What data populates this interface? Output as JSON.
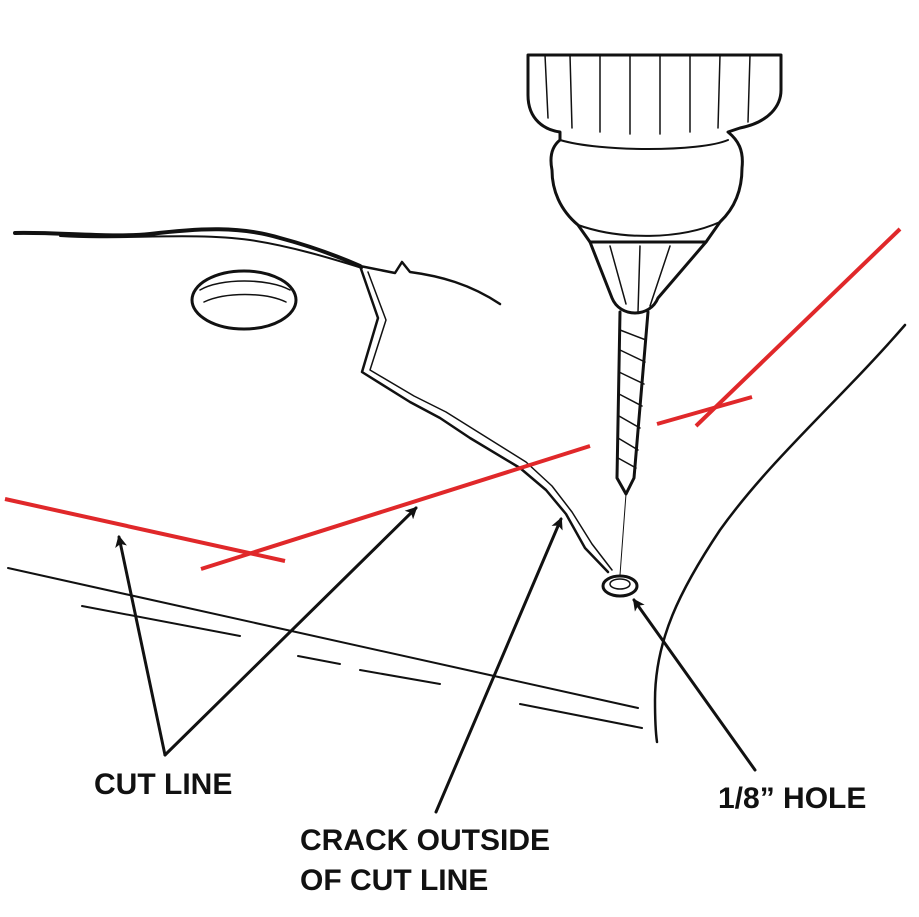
{
  "labels": {
    "cut_line": "CUT LINE",
    "crack_line1": "CRACK OUTSIDE",
    "crack_line2": "OF CUT LINE",
    "hole": "1/8” HOLE"
  },
  "colors": {
    "cut_line": "#e0282a",
    "ink": "#111111",
    "background": "#ffffff"
  }
}
